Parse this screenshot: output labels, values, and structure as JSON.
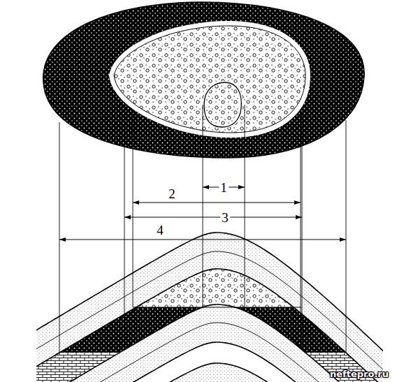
{
  "diagram": {
    "labels": [
      "1",
      "2",
      "3",
      "4",
      "neftepro.ru"
    ]
  }
}
